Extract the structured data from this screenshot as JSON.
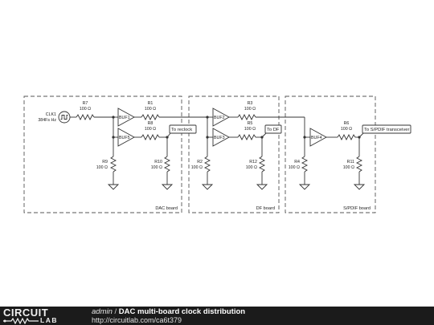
{
  "header": {
    "user": "admin",
    "separator": " / ",
    "title": "DAC multi-board clock distribution",
    "url": "http://circuitlab.com/ca6t379"
  },
  "brand": {
    "name_top": "CIRCUIT",
    "name_bottom": "LAB",
    "footer_color": "#1b1b1b"
  },
  "diagram": {
    "source": {
      "name": "CLK1",
      "freq": "384Fs Hz"
    },
    "boards": {
      "dac": {
        "label": "DAC board"
      },
      "df": {
        "label": "DF board"
      },
      "spdif": {
        "label": "S/PDIF board"
      }
    },
    "buffers": {
      "buf1": "BUF1",
      "buf2": "BUF2",
      "buf3": "BUF3",
      "buf4": "BUF4",
      "buf5": "BUF5"
    },
    "resistors": {
      "r1": {
        "name": "R1",
        "value": "100 Ω"
      },
      "r2": {
        "name": "R2",
        "value": "100 Ω"
      },
      "r3": {
        "name": "R3",
        "value": "100 Ω"
      },
      "r4": {
        "name": "R4",
        "value": "100 Ω"
      },
      "r5": {
        "name": "R5",
        "value": "100 Ω"
      },
      "r6": {
        "name": "R6",
        "value": "100 Ω"
      },
      "r7": {
        "name": "R7",
        "value": "100 Ω"
      },
      "r8": {
        "name": "R8",
        "value": "100 Ω"
      },
      "r9": {
        "name": "R9",
        "value": "100 Ω"
      },
      "r10": {
        "name": "R10",
        "value": "100 Ω"
      },
      "r11": {
        "name": "R11",
        "value": "100 Ω"
      },
      "r12": {
        "name": "R12",
        "value": "100 Ω"
      }
    },
    "outputs": {
      "reclock": "To reclock",
      "df": "To DF",
      "spdif": "To S/PDIF transceiver"
    }
  }
}
